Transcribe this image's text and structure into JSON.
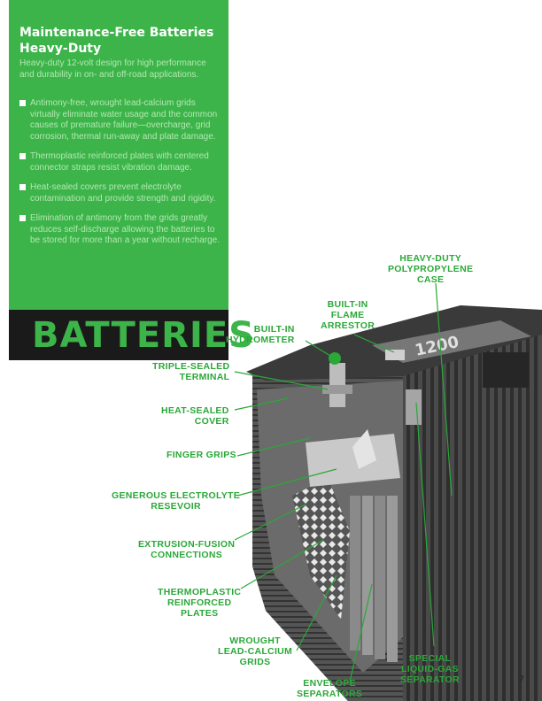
{
  "panel": {
    "title_line1": "Maintenance-Free Batteries",
    "title_line2": "Heavy-Duty",
    "intro": "Heavy-duty 12-volt design for high performance and durability in on- and off-road applications.",
    "bullets": [
      "Antimony-free, wrought lead-calcium grids virtually eliminate water usage and the common causes of premature failure—overcharge, grid corrosion, thermal run-away and plate damage.",
      "Thermoplastic reinforced plates with centered connector straps resist vibration damage.",
      "Heat-sealed covers prevent electrolyte contamination and provide strength and rigidity.",
      "Elimination of antimony from the grids greatly reduces self-discharge allowing the batteries to be stored for more than a year without recharge."
    ]
  },
  "band": {
    "title": "BATTERIES"
  },
  "case_lettering": "1200",
  "callouts": {
    "hydrometer": [
      "BUILT-IN",
      "HYDROMETER"
    ],
    "flame_arrestor": [
      "BUILT-IN",
      "FLAME",
      "ARRESTOR"
    ],
    "case": [
      "HEAVY-DUTY",
      "POLYPROPYLENE",
      "CASE"
    ],
    "terminal": [
      "TRIPLE-SEALED",
      "TERMINAL"
    ],
    "cover": [
      "HEAT-SEALED",
      "COVER"
    ],
    "finger_grips": [
      "FINGER GRIPS"
    ],
    "electrolyte": [
      "GENEROUS ELECTROLYTE",
      "RESEVOIR"
    ],
    "connections": [
      "EXTRUSION-FUSION",
      "CONNECTIONS"
    ],
    "plates": [
      "THERMOPLASTIC",
      "REINFORCED",
      "PLATES"
    ],
    "grids": [
      "WROUGHT",
      "LEAD-CALCIUM",
      "GRIDS"
    ],
    "envelope": [
      "ENVELOPE",
      "SEPARATORS"
    ],
    "separator": [
      "SPECIAL",
      "LIQUID-GAS",
      "SEPARATOR"
    ]
  },
  "page_number": "7",
  "colors": {
    "brand_green": "#3cb44a",
    "band_black": "#1a1a1a",
    "label_green": "#2aa838"
  }
}
